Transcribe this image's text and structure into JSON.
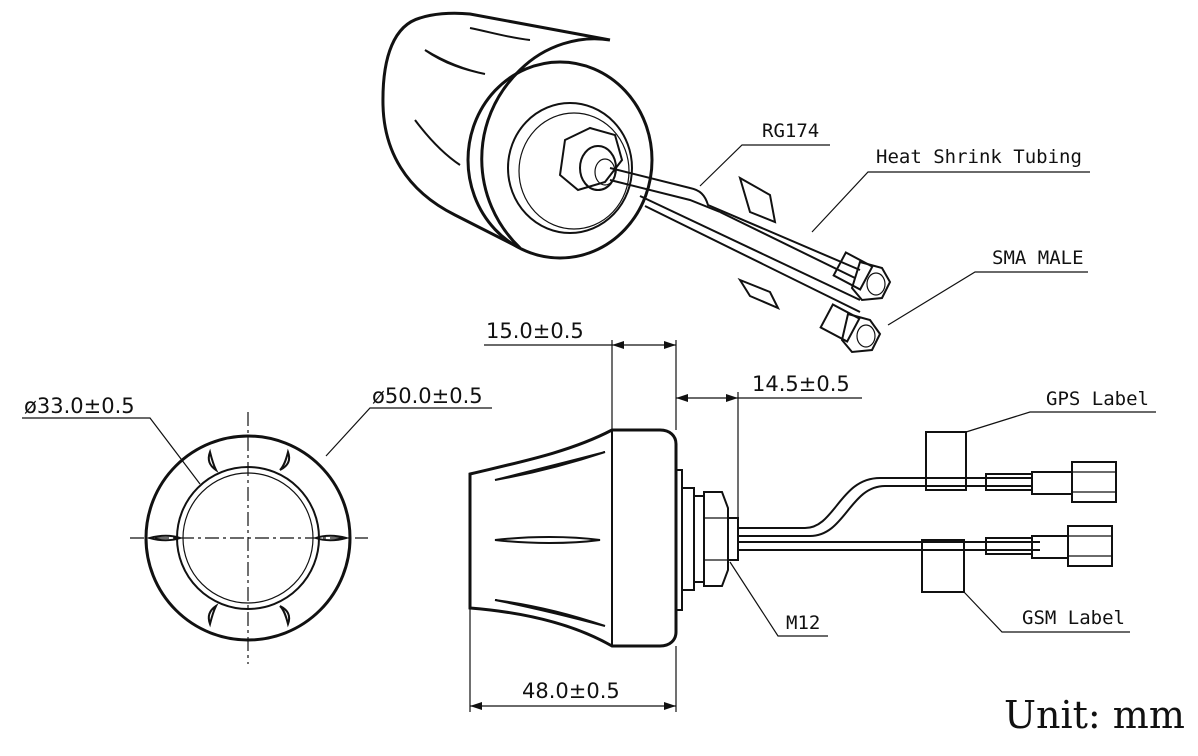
{
  "labels": {
    "rg174": "RG174",
    "heat_shrink": "Heat Shrink Tubing",
    "sma_male": "SMA MALE",
    "gps_label": "GPS Label",
    "gsm_label": "GSM Label",
    "m12": "M12",
    "unit": "Unit: mm"
  },
  "dimensions": {
    "dia_inner": "ø33.0±0.5",
    "dia_outer": "ø50.0±0.5",
    "width_top": "15.0±0.5",
    "length_thread": "14.5±0.5",
    "width_bottom": "48.0±0.5"
  }
}
